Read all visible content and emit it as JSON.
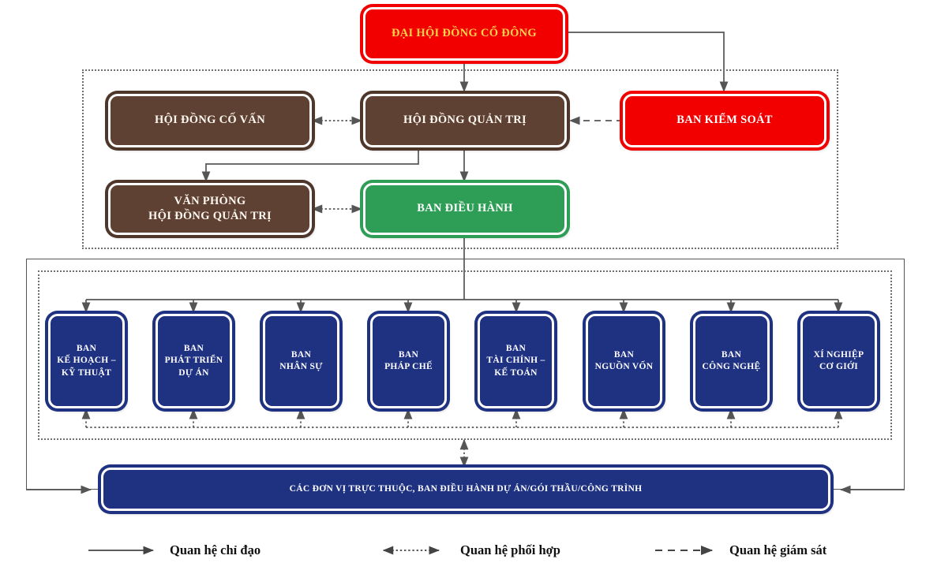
{
  "diagram": {
    "title_node": {
      "id": "dai-hoi-dong-co-dong",
      "label": "ĐẠI HỘI ĐỒNG CỔ ĐÔNG"
    },
    "nodes": {
      "hoi_dong_co_van": "HỘI ĐỒNG CỐ VẤN",
      "hoi_dong_quan_tri": "HỘI ĐỒNG QUẢN TRỊ",
      "ban_kiem_soat": "BAN KIỂM SOÁT",
      "van_phong_hdqt_line1": "VĂN PHÒNG",
      "van_phong_hdqt_line2": "HỘI ĐỒNG QUẢN TRỊ",
      "ban_dieu_hanh": "BAN ĐIỀU HÀNH",
      "bottom_bar": "CÁC ĐƠN VỊ TRỰC THUỘC, BAN ĐIỀU HÀNH DỰ ÁN/GÓI THẦU/CÔNG TRÌNH"
    },
    "departments": [
      {
        "id": "ban-ke-hoach-ky-thuat",
        "lines": [
          "BAN",
          "KẾ HOẠCH –",
          "KỸ THUẬT"
        ]
      },
      {
        "id": "ban-phat-trien-du-an",
        "lines": [
          "BAN",
          "PHÁT TRIỂN",
          "DỰ ÁN"
        ]
      },
      {
        "id": "ban-nhan-su",
        "lines": [
          "BAN",
          "NHÂN SỰ"
        ]
      },
      {
        "id": "ban-phap-che",
        "lines": [
          "BAN",
          "PHÁP CHẾ"
        ]
      },
      {
        "id": "ban-tai-chinh-ke-toan",
        "lines": [
          "BAN",
          "TÀI CHÍNH –",
          "KẾ TOÁN"
        ]
      },
      {
        "id": "ban-nguon-von",
        "lines": [
          "BAN",
          "NGUỒN VỐN"
        ]
      },
      {
        "id": "ban-cong-nghe",
        "lines": [
          "BAN",
          "CÔNG NGHỆ"
        ]
      },
      {
        "id": "xi-nghiep-co-gioi",
        "lines": [
          "XÍ NGHIỆP",
          "CƠ GIỚI"
        ]
      }
    ],
    "legend": [
      {
        "id": "quan-he-chi-dao",
        "style": "solid",
        "label": "Quan hệ chỉ đạo"
      },
      {
        "id": "quan-he-phoi-hop",
        "style": "dotted",
        "label": "Quan hệ phối hợp"
      },
      {
        "id": "quan-he-giam-sat",
        "style": "dashed",
        "label": "Quan hệ giám sát"
      }
    ],
    "colors": {
      "red": "#f20000",
      "gold_text": "#ffd24a",
      "brown": "#5e4133",
      "green": "#2e9e56",
      "blue": "#1f3282",
      "line": "#555555"
    }
  }
}
